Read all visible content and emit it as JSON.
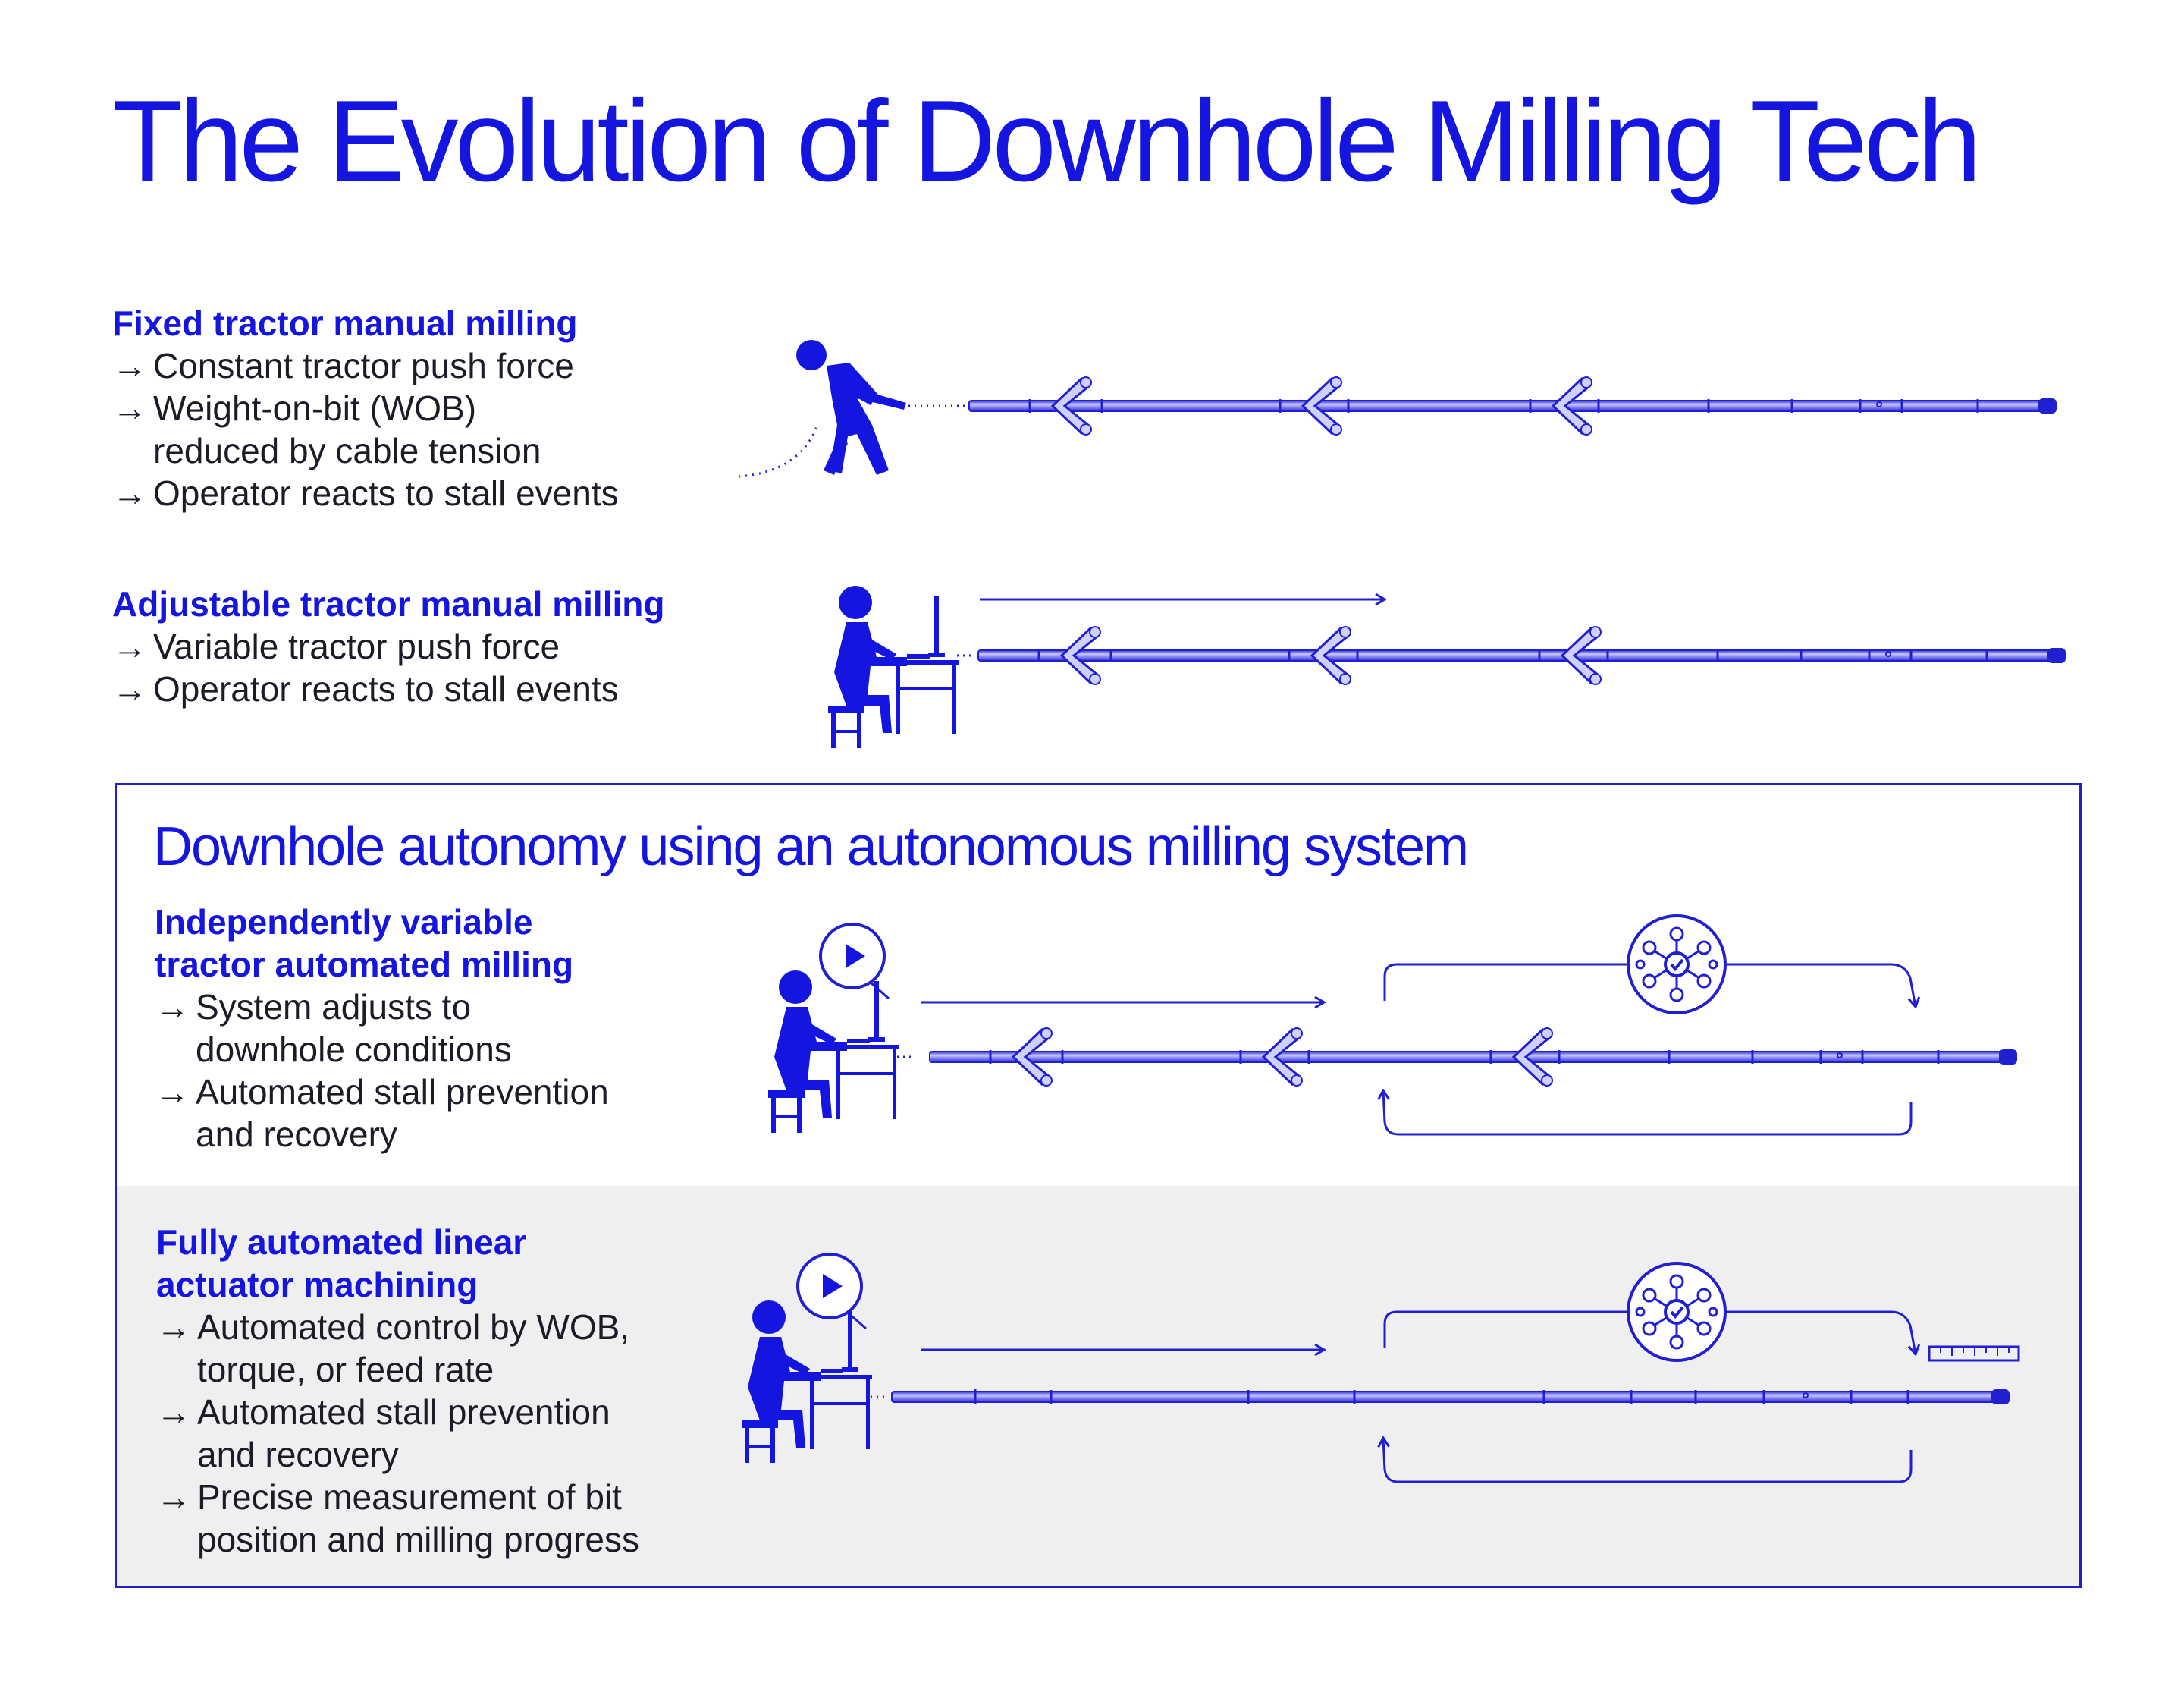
{
  "title": "The Evolution of Downhole Milling Tech",
  "accent_color": "#1515e0",
  "box_gray_color": "#efeff0",
  "sections": [
    {
      "heading": [
        "Fixed tractor manual milling"
      ],
      "bullets": [
        [
          "Constant tractor push force"
        ],
        [
          "Weight-on-bit (WOB)",
          "reduced by cable tension"
        ],
        [
          "Operator reacts to stall events"
        ]
      ],
      "icon": "person-pulling-cable-icon"
    },
    {
      "heading": [
        "Adjustable tractor manual milling"
      ],
      "bullets": [
        [
          "Variable tractor push force"
        ],
        [
          "Operator reacts to stall events"
        ]
      ],
      "icon": "operator-at-desk-icon"
    }
  ],
  "autonomy": {
    "title": "Downhole autonomy using an autonomous milling system",
    "sections": [
      {
        "heading": [
          "Independently variable",
          "tractor automated milling"
        ],
        "bullets": [
          [
            "System adjusts to",
            "downhole conditions"
          ],
          [
            "Automated stall prevention",
            "and recovery"
          ]
        ],
        "icon": "operator-with-play-bubble-icon"
      },
      {
        "heading": [
          "Fully automated linear",
          "actuator machining"
        ],
        "bullets": [
          [
            "Automated control by WOB,",
            "torque, or feed rate"
          ],
          [
            "Automated stall prevention",
            "and recovery"
          ],
          [
            "Precise measurement of bit",
            "position and milling progress"
          ]
        ],
        "icon": "operator-with-play-bubble-icon"
      }
    ]
  },
  "bullet_glyph": "→",
  "icons": [
    "tractor-tool-string-icon",
    "feedback-loop-icon",
    "gear-network-check-icon",
    "ruler-icon"
  ]
}
